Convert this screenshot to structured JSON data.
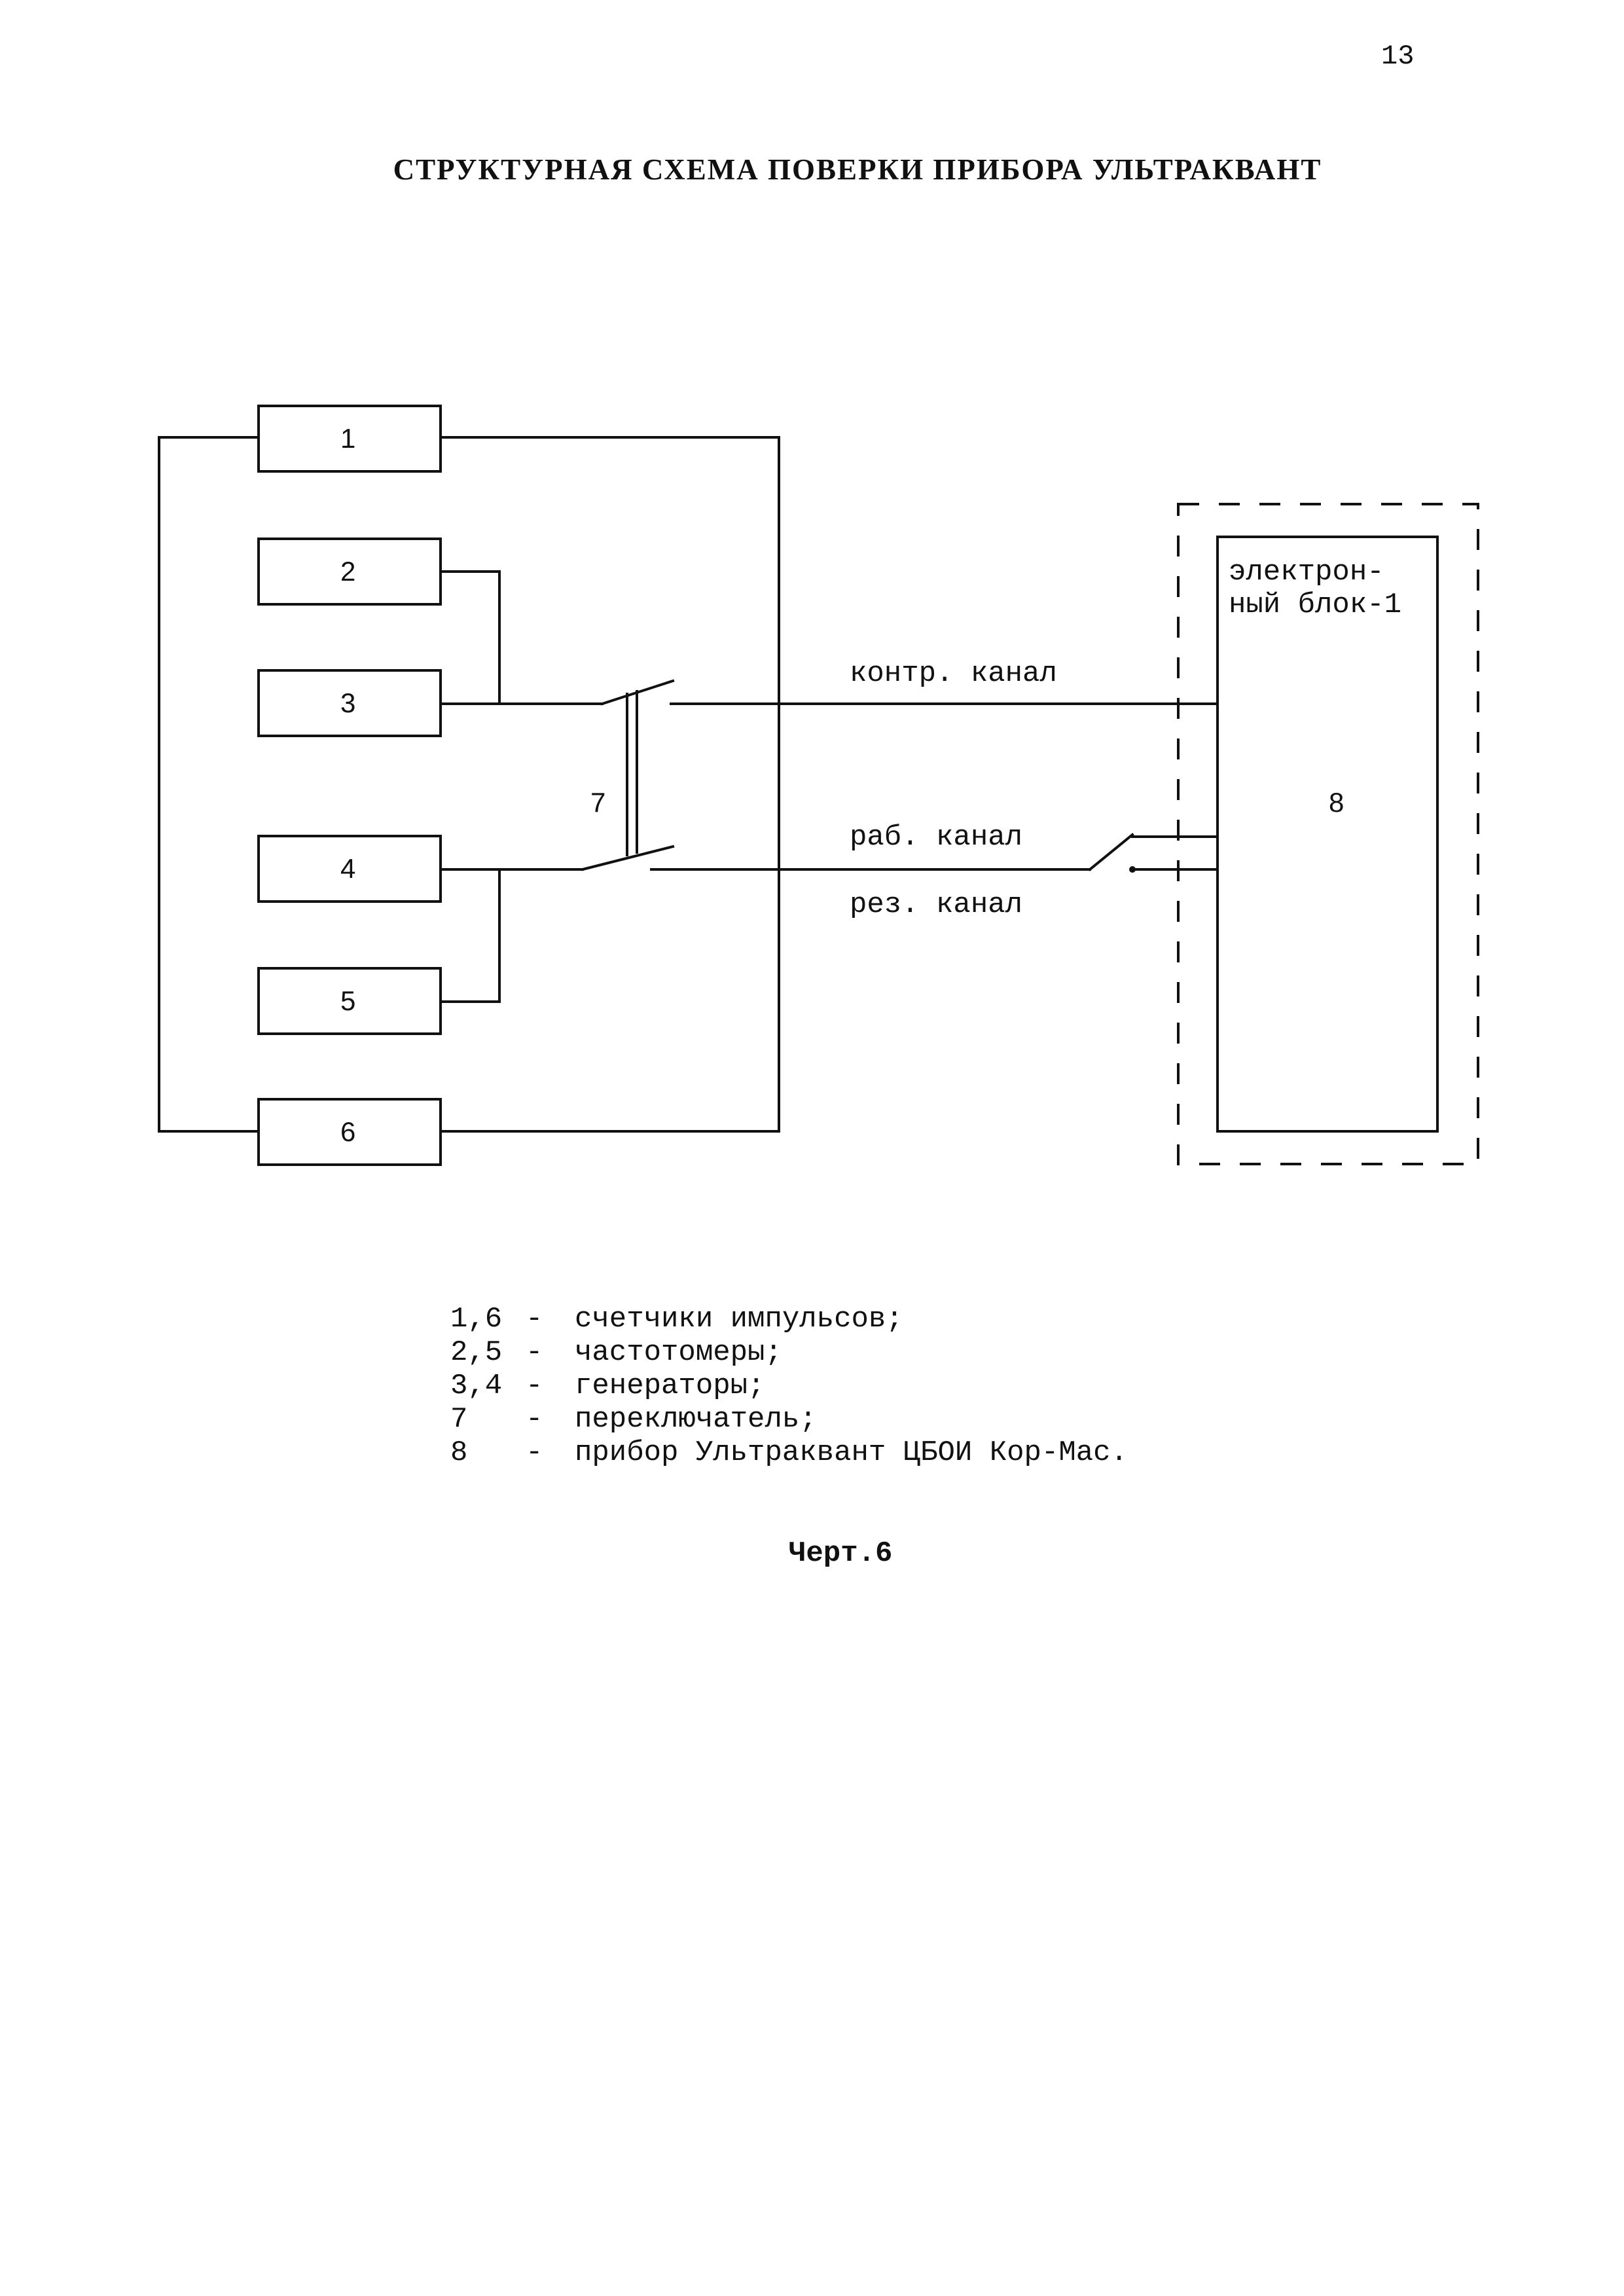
{
  "page_number": "13",
  "title": "СТРУКТУРНАЯ СХЕМА ПОВЕРКИ ПРИБОРА УЛЬТРАКВАНТ",
  "diagram": {
    "boxes": [
      {
        "id": "box-1",
        "label": "1"
      },
      {
        "id": "box-2",
        "label": "2"
      },
      {
        "id": "box-3",
        "label": "3"
      },
      {
        "id": "box-4",
        "label": "4"
      },
      {
        "id": "box-5",
        "label": "5"
      },
      {
        "id": "box-6",
        "label": "6"
      }
    ],
    "switch_label": "7",
    "device": {
      "inner_label_line1": "электрон-",
      "inner_label_line2": "ный блок-1",
      "number": "8"
    },
    "channels": {
      "control": "контр. канал",
      "working": "раб. канал",
      "reserve": "рез. канал"
    }
  },
  "legend": [
    {
      "key": "1,6",
      "dash": "-",
      "text": "счетчики импульсов;"
    },
    {
      "key": "2,5",
      "dash": "-",
      "text": "частотомеры;"
    },
    {
      "key": "3,4",
      "dash": "-",
      "text": "генераторы;"
    },
    {
      "key": "7",
      "dash": "-",
      "text": "переключатель;"
    },
    {
      "key": "8",
      "dash": "-",
      "text": "прибор Ультраквант ЦБОИ Кор-Мас."
    }
  ],
  "caption": "Черт.6"
}
